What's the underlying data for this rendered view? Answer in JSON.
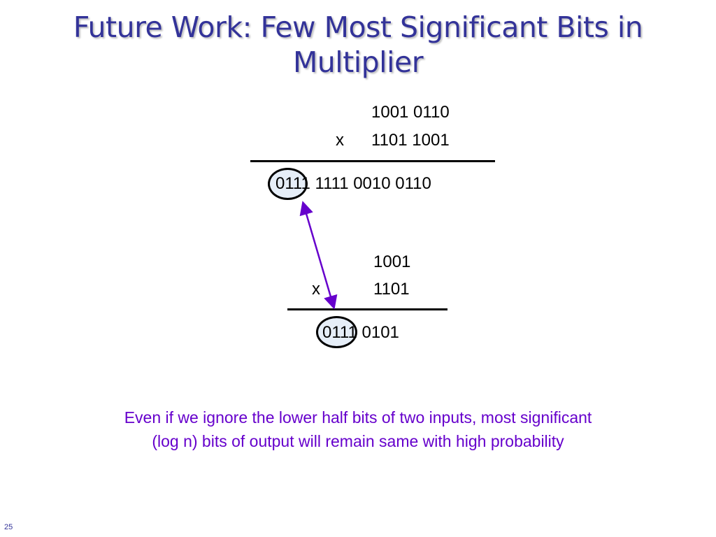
{
  "slide": {
    "title_line1": "Future Work: Few Most Significant Bits in",
    "title_line2": "Multiplier",
    "page_number": "25"
  },
  "example_full": {
    "multiplicand": "1001 0110",
    "operator": "x",
    "multiplier": "1101 1001",
    "product": "0111 1111 0010 0110"
  },
  "example_truncated": {
    "multiplicand": "1001",
    "operator": "x",
    "multiplier": "1101",
    "product": "0111 0101"
  },
  "caption": {
    "line1": "Even if we ignore the lower half bits of two inputs, most significant",
    "line2": "(log n) bits of output will remain same with high probability"
  },
  "colors": {
    "title": "#333399",
    "caption": "#6600cc",
    "arrow": "#6600cc",
    "highlight_fill": "#e6eef8"
  }
}
